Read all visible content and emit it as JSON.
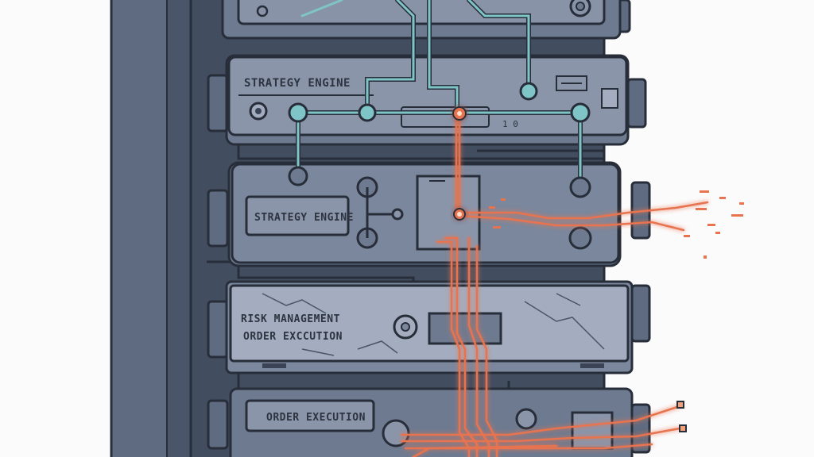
{
  "labels": {
    "strategy_top": "STRATEGY ENGINE",
    "strategy_mid": "STRATEGY ENGINE",
    "risk_line1": "RISK MANAGEMENT",
    "risk_line2": "ORDER EXCCUTION",
    "order": "ORDER EXECUTION",
    "port_code": "1 0"
  },
  "colors": {
    "background": "#fbfbfc",
    "chassis": "#5f6b80",
    "chassis_dark": "#3b4456",
    "panel": "#8893a8",
    "panel_light": "#a3adbf",
    "outline": "#272e3a",
    "cable_teal": "#7fc4c6",
    "cable_orange": "#e8734f",
    "glow": "#f3a07d"
  },
  "icons": [
    "gear-icon",
    "led-strip-icon",
    "port-icon",
    "vent-icon"
  ]
}
